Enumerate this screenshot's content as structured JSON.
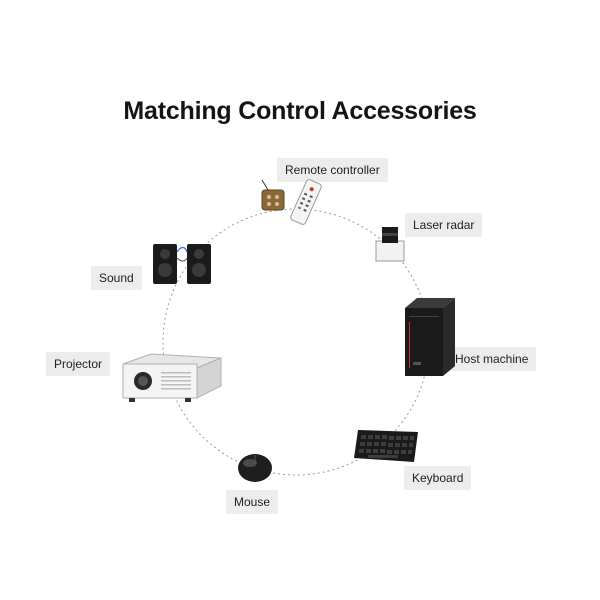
{
  "title": "Matching Control Accessories",
  "accessories": [
    {
      "label": "Remote controller",
      "icon": "remote-controller-icon"
    },
    {
      "label": "Laser radar",
      "icon": "laser-radar-icon"
    },
    {
      "label": "Host machine",
      "icon": "host-machine-icon"
    },
    {
      "label": "Keyboard",
      "icon": "keyboard-icon"
    },
    {
      "label": "Mouse",
      "icon": "mouse-icon"
    },
    {
      "label": "Projector",
      "icon": "projector-icon"
    },
    {
      "label": "Sound",
      "icon": "sound-speakers-icon"
    }
  ],
  "colors": {
    "title": "#141414",
    "label_bg": "#ececec",
    "ring": "#9a9a9a",
    "device_dark": "#1a1a1a",
    "accent_red": "#c0392b"
  }
}
